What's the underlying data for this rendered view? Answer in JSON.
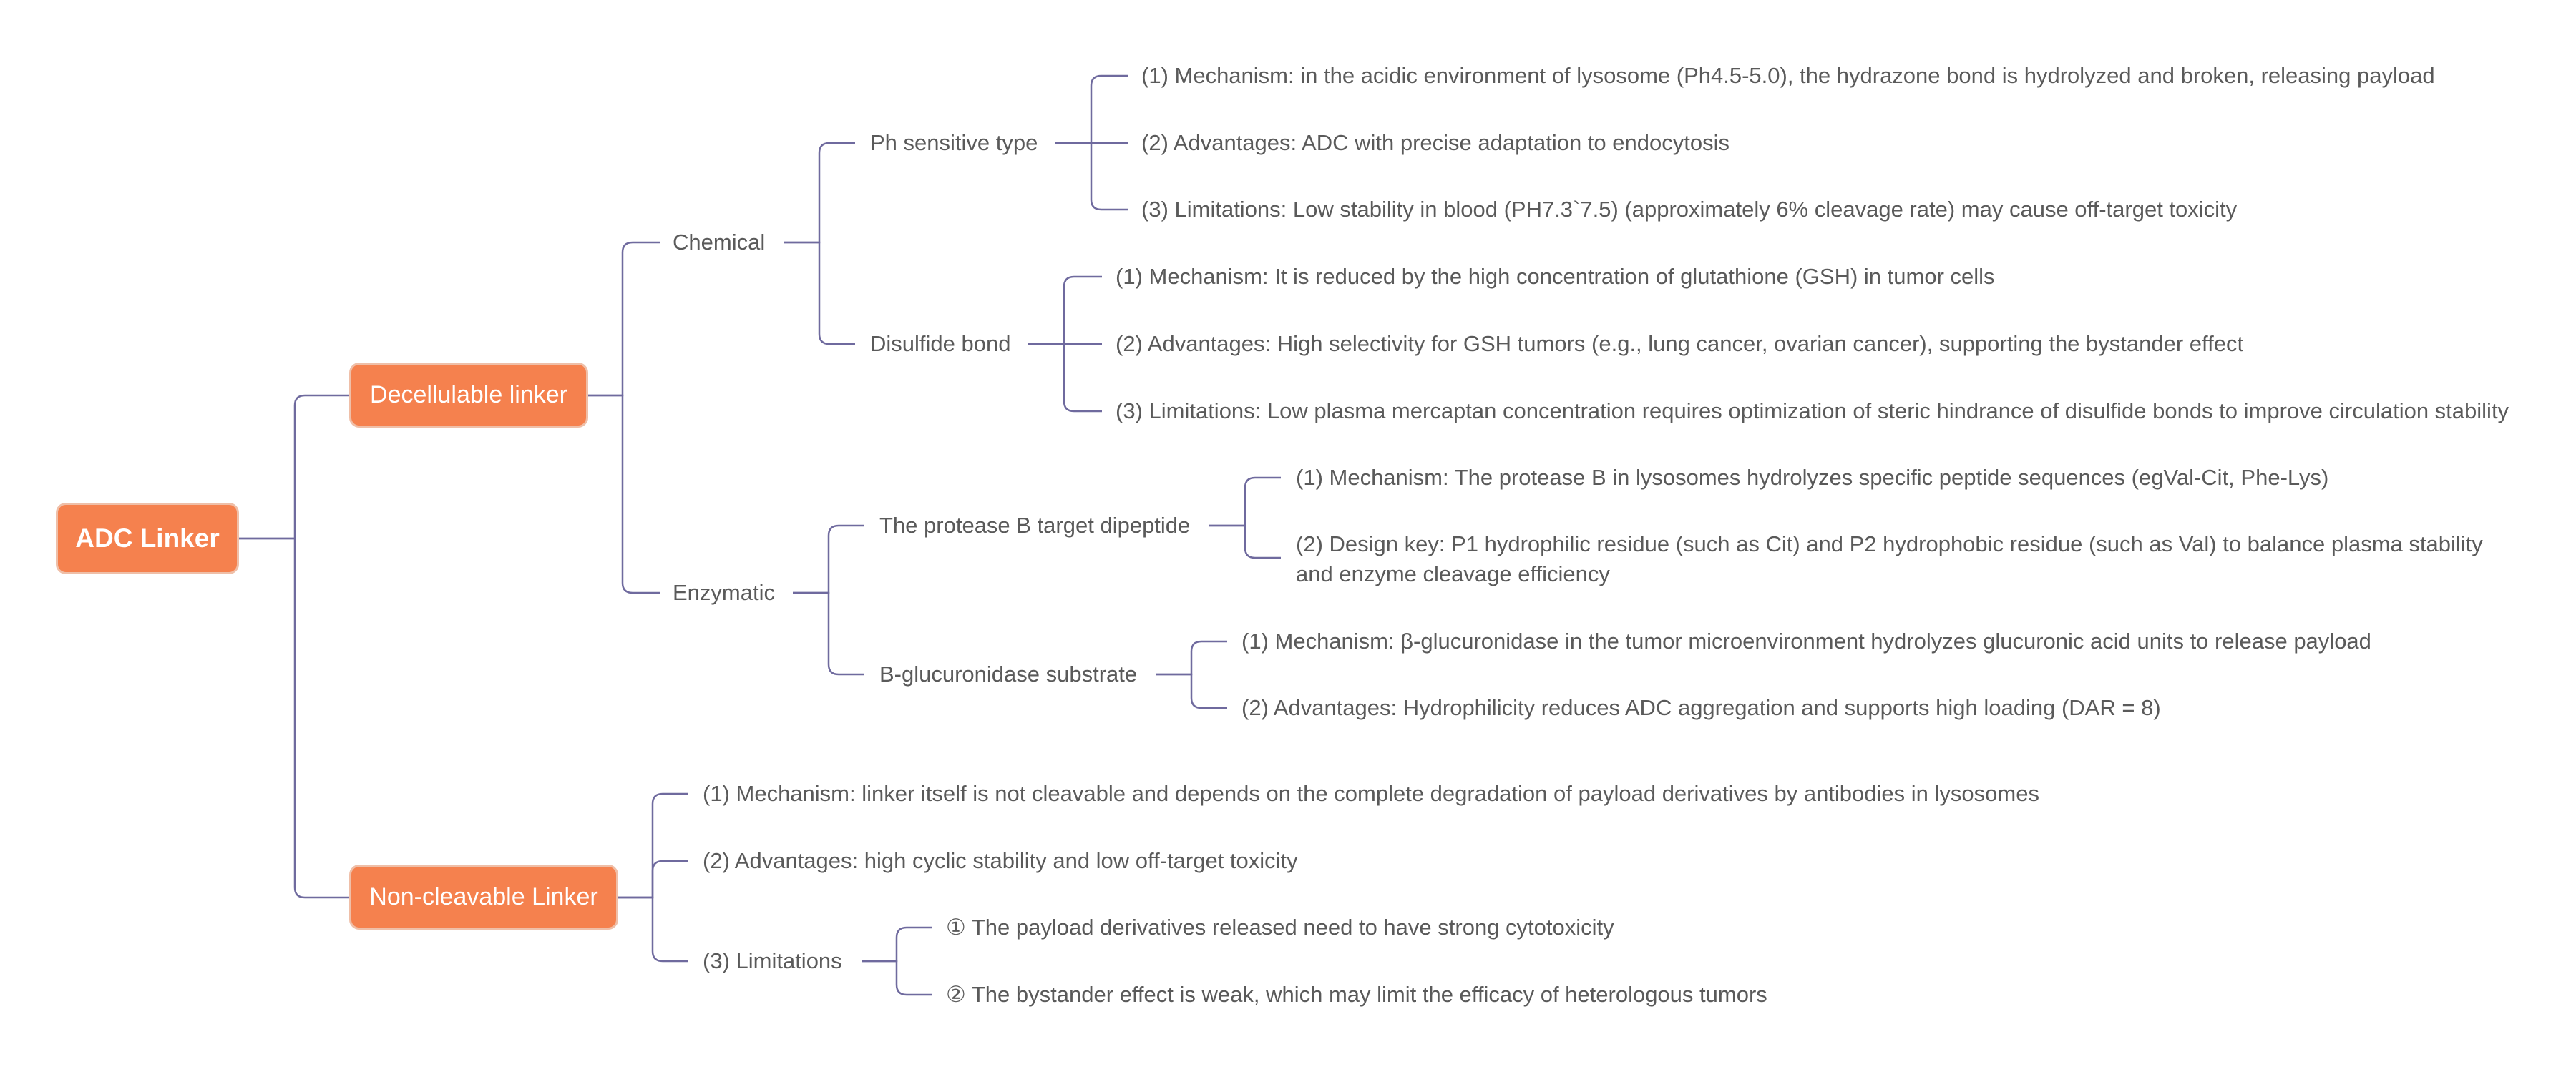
{
  "colors": {
    "node_fill": "#F5814E",
    "node_border": "#EFBFA8",
    "line": "#6F6A9E",
    "text": "#5a5a5a"
  },
  "root": {
    "label": "ADC Linker"
  },
  "decellulable": {
    "label": "Decellulable linker",
    "chemical": {
      "label": "Chemical",
      "ph_sensitive": {
        "label": "Ph sensitive type",
        "mechanism": "(1) Mechanism: in the acidic environment of lysosome (Ph4.5-5.0), the hydrazone bond is hydrolyzed and broken, releasing payload",
        "advantages": "(2) Advantages: ADC with precise adaptation to endocytosis",
        "limitations": "(3) Limitations: Low stability in blood (PH7.3`7.5) (approximately 6% cleavage rate) may cause off-target toxicity"
      },
      "disulfide": {
        "label": "Disulfide bond",
        "mechanism": "(1) Mechanism: It is reduced by the high concentration of glutathione (GSH) in tumor cells",
        "advantages": "(2) Advantages: High selectivity for GSH tumors (e.g., lung cancer, ovarian cancer), supporting the bystander effect",
        "limitations": "(3) Limitations: Low plasma mercaptan concentration requires optimization of steric hindrance of disulfide bonds to improve circulation stability"
      }
    },
    "enzymatic": {
      "label": "Enzymatic",
      "protease": {
        "label": "The protease B target dipeptide",
        "mechanism": "(1) Mechanism: The protease B in lysosomes hydrolyzes specific peptide sequences (egVal-Cit, Phe-Lys)",
        "design": "(2) Design key: P1 hydrophilic residue (such as Cit) and P2 hydrophobic residue (such as Val) to balance plasma stability and enzyme cleavage efficiency"
      },
      "glucuronidase": {
        "label": "B-glucuronidase substrate",
        "mechanism": "(1) Mechanism: β-glucuronidase in the tumor microenvironment hydrolyzes glucuronic acid units to release payload",
        "advantages": "(2) Advantages: Hydrophilicity reduces ADC aggregation and supports high loading (DAR = 8)"
      }
    }
  },
  "noncleavable": {
    "label": "Non-cleavable Linker",
    "mechanism": "(1) Mechanism: linker itself is not cleavable and depends on the complete degradation of payload derivatives by antibodies in lysosomes",
    "advantages": "(2) Advantages: high cyclic stability and low off-target toxicity",
    "limitations": {
      "label": "(3) Limitations",
      "item1": "① The payload derivatives released need to have strong cytotoxicity",
      "item2": "② The bystander effect is weak, which may limit the efficacy of heterologous tumors"
    }
  }
}
